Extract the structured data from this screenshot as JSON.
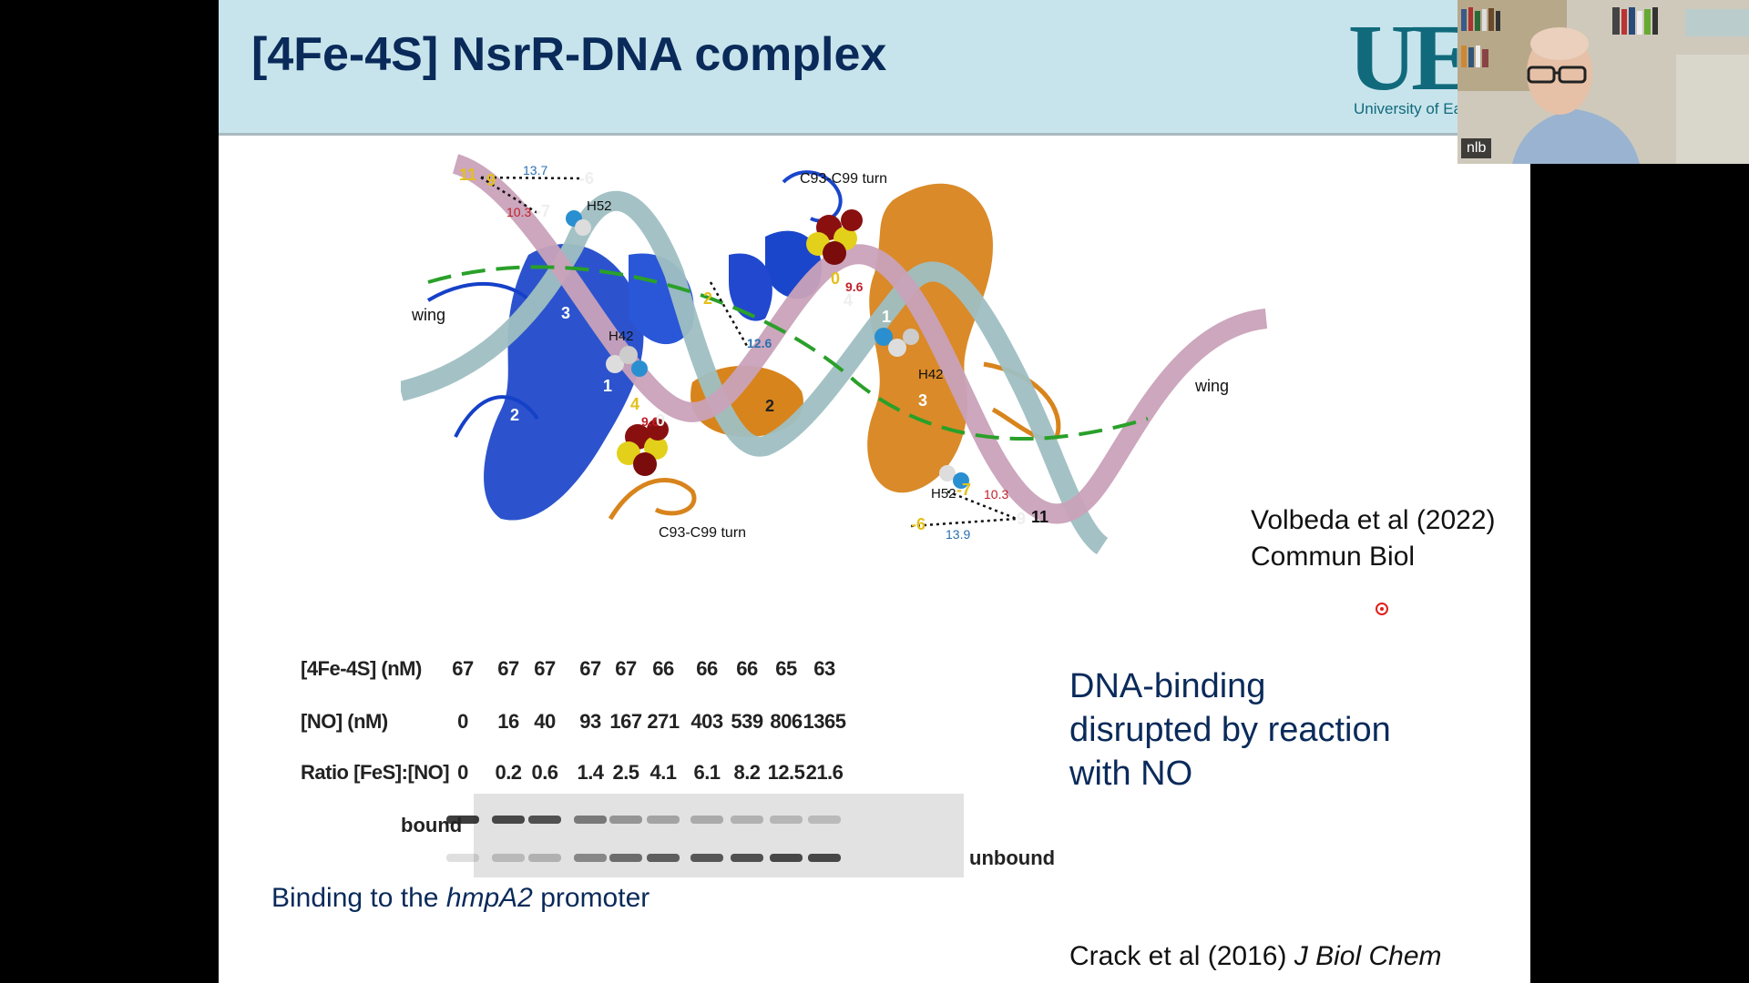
{
  "slide": {
    "title": "[4Fe-4S] NsrR-DNA complex",
    "logo": {
      "mark": "UE",
      "caption": "University of Ea"
    },
    "citation_top": {
      "line1": "Volbeda et al (2022)",
      "line2": "Commun Biol"
    },
    "figure_labels": {
      "wing_left": "wing",
      "wing_right": "wing",
      "turn_top": "C93-C99 turn",
      "turn_bottom": "C93-C99 turn",
      "h52_top": "H52",
      "h52_bottom": "H52",
      "h42_left": "H42",
      "h42_right": "H42",
      "d_13_7": "13.7",
      "d_10_3_a": "10.3",
      "d_9_6_a": "9.6",
      "d_12_6": "12.6",
      "d_9_6_b": "9.6",
      "d_10_3_b": "10.3",
      "d_13_9": "13.9",
      "n_11a": "11",
      "n_9a": "9",
      "n_m6a": "-6",
      "n_m7a": "-7",
      "n_3a": "3",
      "n_2a": "2",
      "n_1a": "1",
      "n_4a": "4",
      "n_0a": "0",
      "n_2b": "2",
      "n_2c": "2",
      "n_0b": "0",
      "n_4b": "4",
      "n_2d": "2",
      "n_1b": "1",
      "n_3b": "3",
      "n_m7b": "-7",
      "n_m6b": "-6",
      "n_9b": "9",
      "n_11b": "11"
    },
    "gel_table": {
      "rows": [
        {
          "label": "[4Fe-4S] (nM)",
          "values": [
            "67",
            "67",
            "67",
            "67",
            "67",
            "66",
            "66",
            "66",
            "65",
            "63"
          ]
        },
        {
          "label": "[NO] (nM)",
          "values": [
            "0",
            "16",
            "40",
            "93",
            "167",
            "271",
            "403",
            "539",
            "806",
            "1365"
          ]
        },
        {
          "label": "Ratio [FeS]:[NO]",
          "values": [
            "0",
            "0.2",
            "0.6",
            "1.4",
            "2.5",
            "4.1",
            "6.1",
            "8.2",
            "12.5",
            "21.6"
          ]
        }
      ],
      "bound_label": "bound",
      "unbound_label": "unbound",
      "bound_fraction_per_lane": [
        1.0,
        0.9,
        0.85,
        0.55,
        0.35,
        0.25,
        0.2,
        0.15,
        0.1,
        0.08
      ]
    },
    "gel_caption": {
      "prefix": "Binding to the ",
      "gene": "hmpA2",
      "suffix": " promoter"
    },
    "conclusion": {
      "line1": "DNA-binding",
      "line2": "disrupted by reaction",
      "line3": "with NO"
    },
    "citation_bottom": {
      "authors": "Crack et al (2016) ",
      "journal": "J Biol Chem"
    }
  },
  "video": {
    "participant_name": "nlb"
  },
  "colors": {
    "title_bar": "#c7e4ec",
    "title_text": "#0a2a5a",
    "protein_blue": "#1540c8",
    "protein_orange": "#d8841c",
    "dna_pink": "#c9a2b9",
    "dna_teal": "#9fbfc2"
  }
}
